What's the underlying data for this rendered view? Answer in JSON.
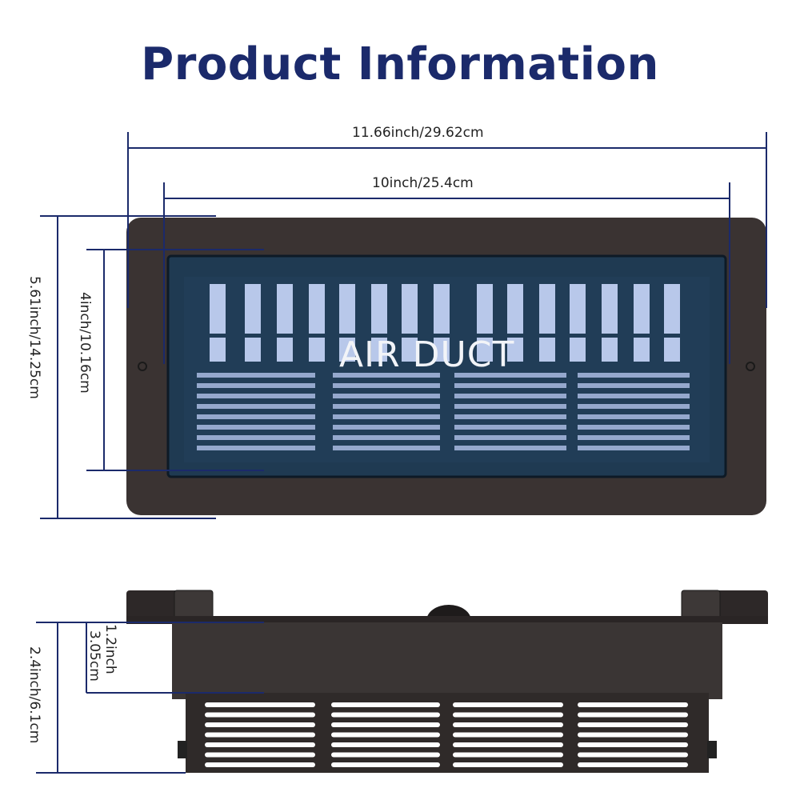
{
  "title": "Product Information",
  "product_label": "AIR DUCT",
  "dimensions": {
    "overall_width": "11.66inch/29.62cm",
    "opening_width": "10inch/25.4cm",
    "overall_height": "5.61inch/14.25cm",
    "opening_height": "4inch/10.16cm",
    "upper_depth_in": "1.2inch",
    "upper_depth_cm": "3.05cm",
    "total_depth": "2.4inch/6.1cm"
  },
  "colors": {
    "title": "#1b2a6b",
    "dimension_lines": "#1b2a6b",
    "frame": "#3a3332",
    "grille": "#1f3a52",
    "grille_slot": "#b8c8ea",
    "side_body": "#3a3534"
  }
}
